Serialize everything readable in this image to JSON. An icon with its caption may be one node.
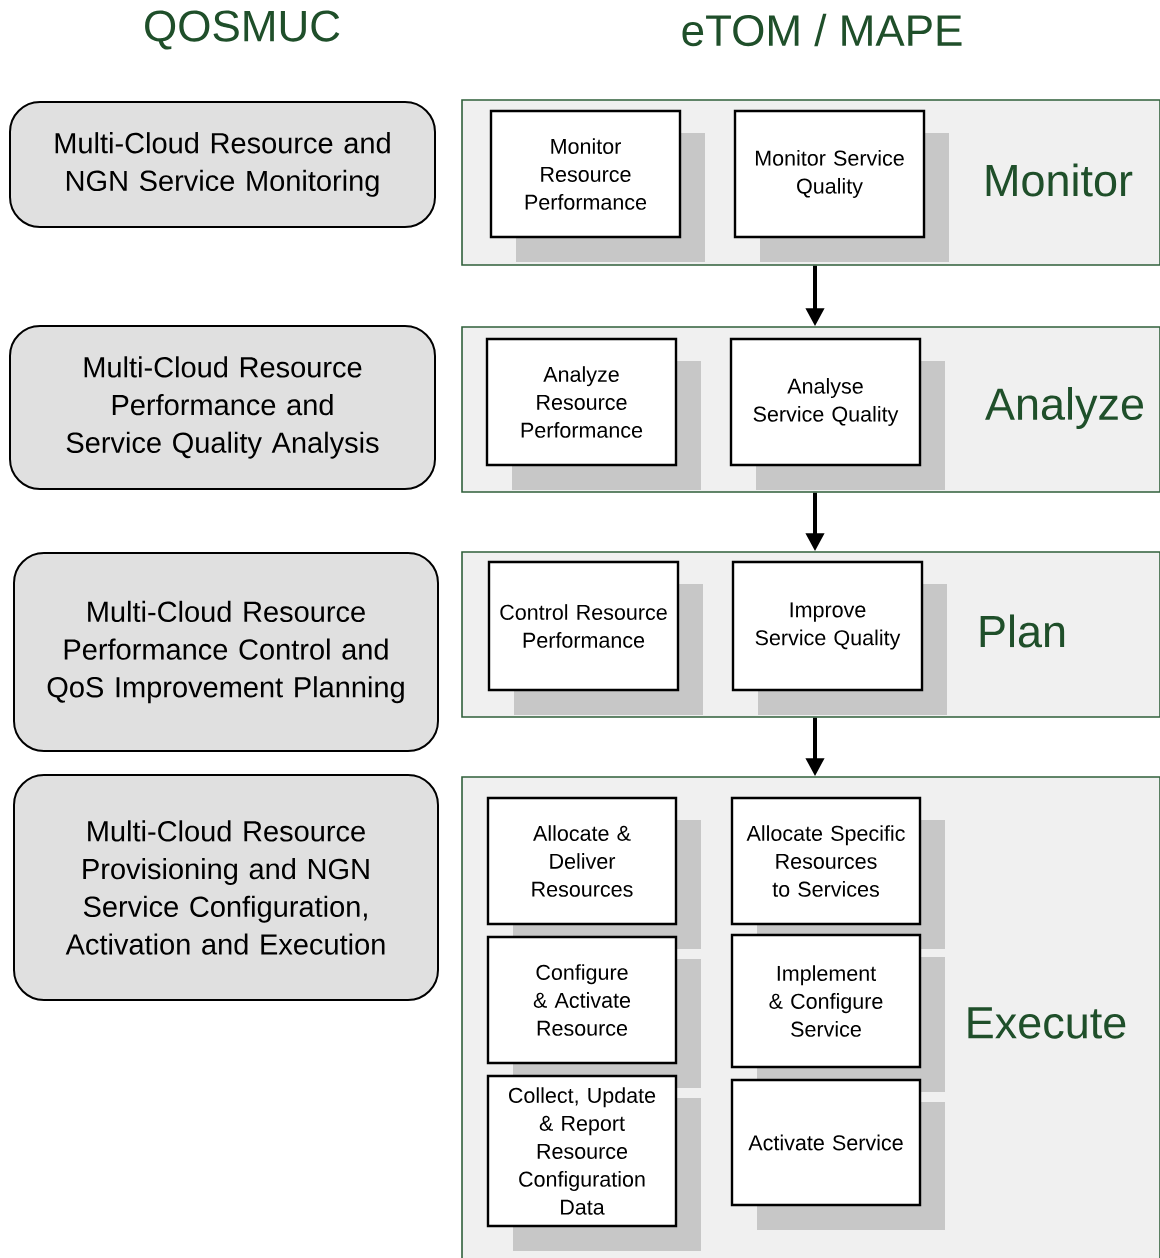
{
  "diagram": {
    "nodes": [
      {
        "text": [
          "Multi-Cloud Resource and NGN Service Monitoring"
        ]
      },
      {
        "text": [
          "Monitor"
        ]
      },
      {
        "text": [
          "Monitor Resource Performance"
        ],
        "in": 1
      },
      {
        "text": [
          "Monitor Service Quality"
        ],
        "in": 1
      },
      {
        "text": [
          "Multi-Cloud Resource Performance and Service Quality Analysis"
        ]
      },
      {
        "text": [
          "Analyze"
        ]
      },
      {
        "text": [
          "Analyze Resource Performance"
        ],
        "in": 5
      },
      {
        "text": [
          "Analyse Service Quality"
        ],
        "in": 5
      },
      {
        "text": [
          "Multi-Cloud Resource Performance Control and QoS Improvement Planning"
        ]
      },
      {
        "text": [
          "Plan"
        ]
      },
      {
        "text": [
          "Control Resource Performance"
        ],
        "in": 9
      },
      {
        "text": [
          "Improve Service Quality"
        ],
        "in": 9
      },
      {
        "text": [
          "Multi-Cloud Resource Provisioning and NGN Service Configuration, Activation and Execution"
        ]
      },
      {
        "text": [
          "Execute"
        ]
      },
      {
        "text": [
          "Allocate & Deliver Resources"
        ],
        "in": 13
      },
      {
        "text": [
          "Allocate Specific Resources to Services"
        ],
        "in": 13
      },
      {
        "text": [
          "Configure & Activate Resource"
        ],
        "in": 13
      },
      {
        "text": [
          "Implement & Configure Service"
        ],
        "in": 13
      },
      {
        "text": [
          "Collect, Update & Report Resource Configuration Data"
        ],
        "in": 13
      },
      {
        "text": [
          "Activate Service"
        ],
        "in": 13
      }
    ],
    "edges": [
      {
        "from": 1,
        "to": 5,
        "arrow": "to"
      },
      {
        "from": 5,
        "to": 9,
        "arrow": "to"
      },
      {
        "from": 9,
        "to": 13,
        "arrow": "to"
      }
    ],
    "labels": [
      "QOSMUC",
      "eTOM / MAPE"
    ]
  }
}
